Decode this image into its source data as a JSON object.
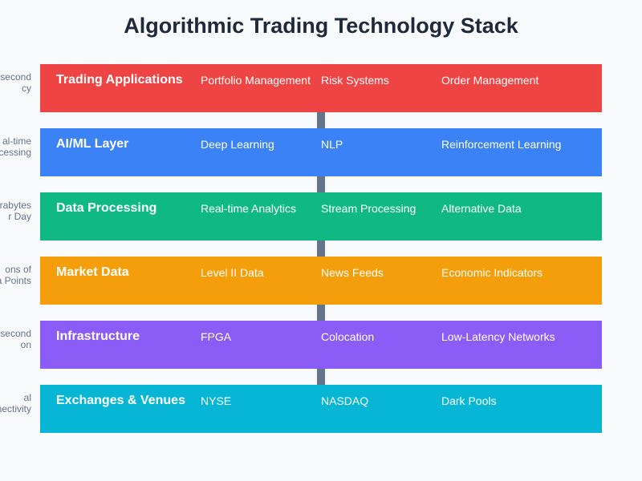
{
  "title": "Algorithmic Trading Technology Stack",
  "layers": [
    {
      "name": "Trading Applications",
      "color": "#ef4444",
      "components": [
        "Portfolio Management",
        "Risk Systems",
        "Order Management"
      ],
      "note": "second\ncy"
    },
    {
      "name": "AI/ML Layer",
      "color": "#3b82f6",
      "components": [
        "Deep Learning",
        "NLP",
        "Reinforcement Learning"
      ],
      "note": "al-time\ncessing"
    },
    {
      "name": "Data Processing",
      "color": "#10b981",
      "components": [
        "Real-time Analytics",
        "Stream Processing",
        "Alternative Data"
      ],
      "note": "rabytes\nr Day"
    },
    {
      "name": "Market Data",
      "color": "#f59e0b",
      "components": [
        "Level II Data",
        "News Feeds",
        "Economic Indicators"
      ],
      "note": "ons of\na Points"
    },
    {
      "name": "Infrastructure",
      "color": "#8b5cf6",
      "components": [
        "FPGA",
        "Colocation",
        "Low-Latency Networks"
      ],
      "note": "second\non"
    },
    {
      "name": "Exchanges & Venues",
      "color": "#06b6d4",
      "components": [
        "NYSE",
        "NASDAQ",
        "Dark Pools"
      ],
      "note": "al\nnectivity"
    }
  ]
}
